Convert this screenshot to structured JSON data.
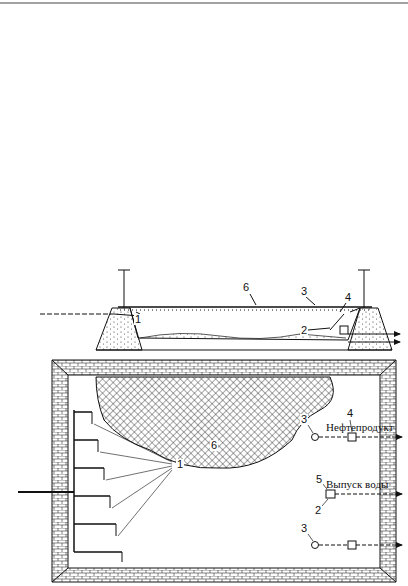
{
  "diagram": {
    "labels": [
      "1",
      "6",
      "3",
      "4",
      "2",
      "3",
      "4",
      "Нефтепродукт",
      "5",
      "Выпуск воды",
      "2",
      "3",
      "1",
      "6"
    ]
  }
}
